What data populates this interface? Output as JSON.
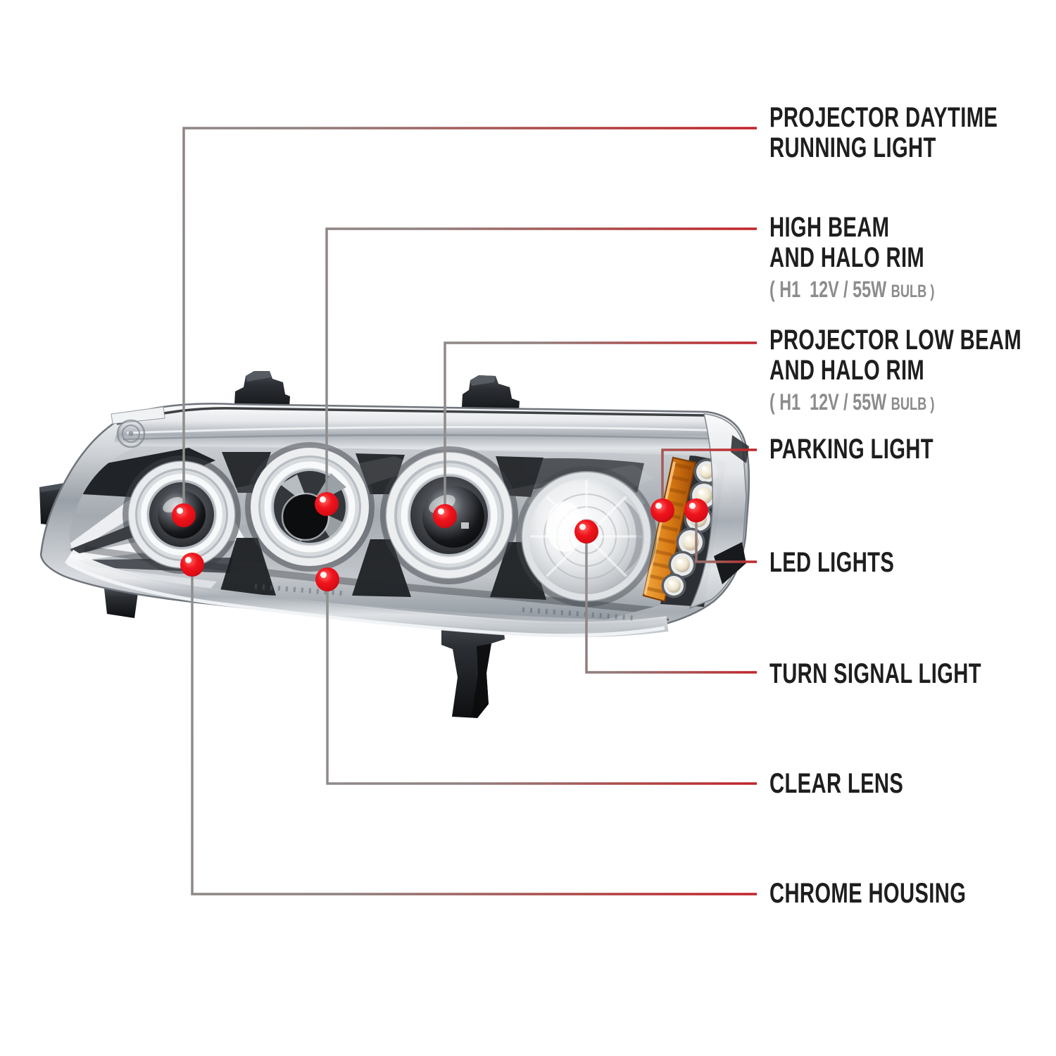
{
  "colors": {
    "background": "#ffffff",
    "callout_red": "#c2232a",
    "dot_red": "#ee1c23",
    "line_gray": "#8f8f8f",
    "label_text": "#1e1e1e",
    "sub_text": "#8c8c8c",
    "amber": "#d87b15",
    "chrome_light": "#eceef0",
    "chrome_dark": "#2b2e33"
  },
  "labels": [
    {
      "name": "projector-daytime-running-light",
      "lines": [
        "PROJECTOR DAYTIME",
        "RUNNING LIGHT"
      ]
    },
    {
      "name": "high-beam-and-halo-rim",
      "lines": [
        "HIGH BEAM",
        "AND HALO RIM"
      ],
      "sub_main": "( H1  12V / 55W",
      "sub_small": "BULB )"
    },
    {
      "name": "projector-low-beam-and-halo-rim",
      "lines": [
        "PROJECTOR LOW BEAM",
        "AND HALO RIM"
      ],
      "sub_main": "( H1  12V / 55W",
      "sub_small": "BULB )"
    },
    {
      "name": "parking-light",
      "lines": [
        "PARKING LIGHT"
      ]
    },
    {
      "name": "led-lights",
      "lines": [
        "LED LIGHTS"
      ]
    },
    {
      "name": "turn-signal-light",
      "lines": [
        "TURN SIGNAL LIGHT"
      ]
    },
    {
      "name": "clear-lens",
      "lines": [
        "CLEAR LENS"
      ]
    },
    {
      "name": "chrome-housing",
      "lines": [
        "CHROME HOUSING"
      ]
    }
  ]
}
